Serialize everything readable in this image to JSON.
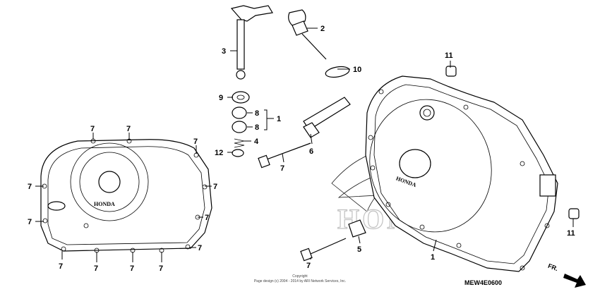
{
  "labels": {
    "p1": "1",
    "p2": "2",
    "p3": "3",
    "p4": "4",
    "p5": "5",
    "p6": "6",
    "p7": "7",
    "p8": "8",
    "p9": "9",
    "p10": "10",
    "p11": "11",
    "p12": "12"
  },
  "cover_brand_left": "HONDA",
  "cover_brand_right": "HONDA",
  "watermark": "HONDA",
  "copyright_line1": "Copyright",
  "copyright_line2": "Page design (c) 2004 - 2014 by ARI Network Services, Inc.",
  "diagram_code": "MEW4E0600",
  "front_arrow_label": "FR."
}
